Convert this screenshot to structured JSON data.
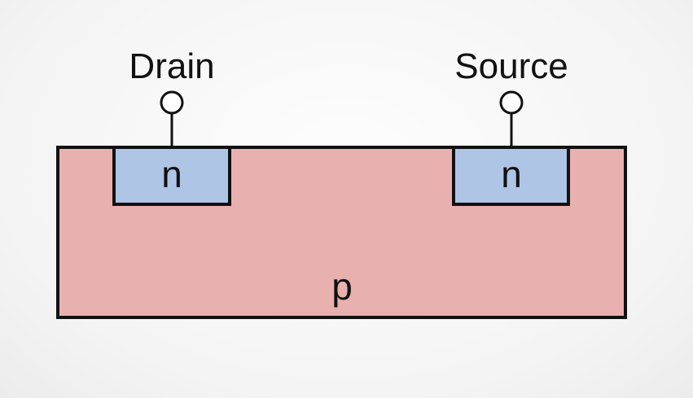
{
  "diagram": {
    "terminals": {
      "drain": {
        "label": "Drain"
      },
      "source": {
        "label": "Source"
      }
    },
    "regions": {
      "drain_well": {
        "label": "n",
        "color": "#aec5e6"
      },
      "source_well": {
        "label": "n",
        "color": "#aec5e6"
      },
      "substrate": {
        "label": "p",
        "color": "#e8b0ae"
      }
    },
    "outline_color": "#111111"
  }
}
